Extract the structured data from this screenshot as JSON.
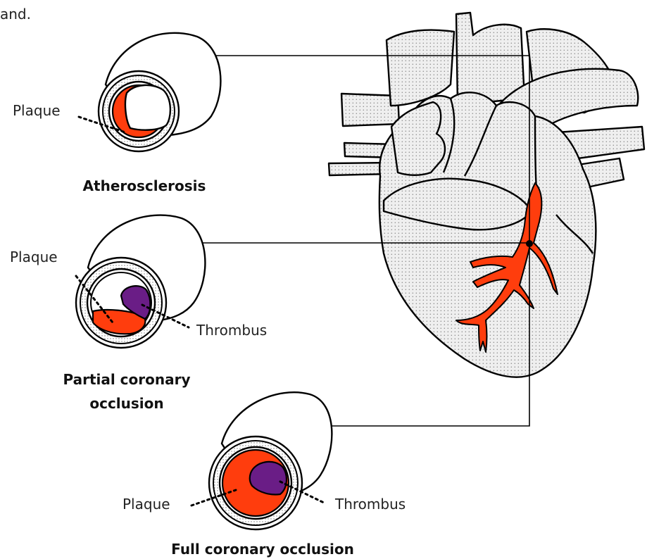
{
  "top_text": "and.",
  "colors": {
    "plaque": "#ff3d0d",
    "thrombus": "#6a1d86",
    "heart_fill": "#ececec",
    "outline": "#000000"
  },
  "panels": [
    {
      "title_lines": [
        "Atherosclerosis"
      ],
      "labels": {
        "plaque": "Plaque"
      }
    },
    {
      "title_lines": [
        "Partial coronary",
        "occlusion"
      ],
      "labels": {
        "plaque": "Plaque",
        "thrombus": "Thrombus"
      }
    },
    {
      "title_lines": [
        "Full coronary occlusion"
      ],
      "labels": {
        "plaque": "Plaque",
        "thrombus": "Thrombus"
      }
    }
  ]
}
